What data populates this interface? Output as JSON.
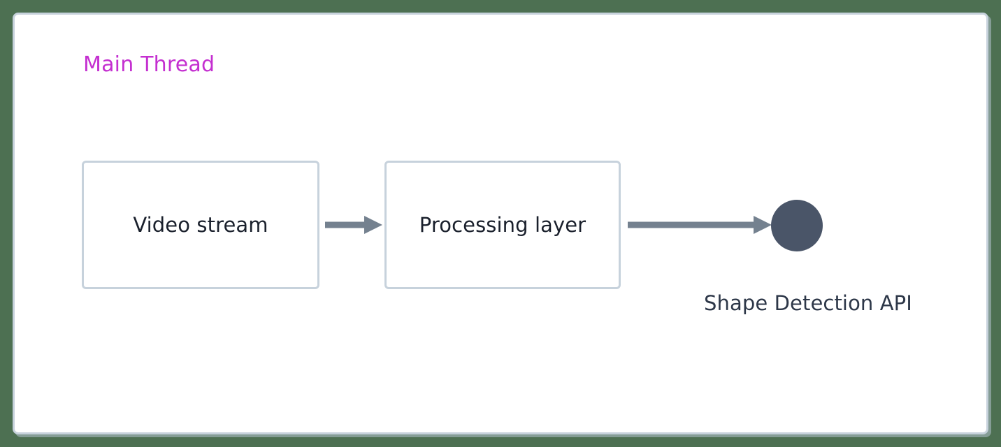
{
  "diagram": {
    "type": "flow-diagram",
    "background_color": "#4d7052",
    "frame_color": "#ffffff",
    "frame_border_color": "#c7d2dc",
    "group": {
      "title": "Main Thread",
      "title_color": "#c42fd0"
    },
    "nodes": [
      {
        "id": "video-stream",
        "label": "Video stream",
        "shape": "rounded-rect",
        "border_color": "#c7d2dc",
        "fill_color": "#ffffff",
        "text_color": "#1a202c"
      },
      {
        "id": "processing-layer",
        "label": "Processing layer",
        "shape": "rounded-rect",
        "border_color": "#c7d2dc",
        "fill_color": "#ffffff",
        "text_color": "#1a202c"
      },
      {
        "id": "shape-detection-api",
        "label": "Shape Detection API",
        "shape": "circle",
        "fill_color": "#4a5568",
        "text_color": "#2d3748"
      }
    ],
    "edges": [
      {
        "id": "video-to-processing",
        "from": "video-stream",
        "to": "processing-layer",
        "style": "solid-arrow",
        "color": "#74818f",
        "label": ""
      },
      {
        "id": "processing-to-api",
        "from": "processing-layer",
        "to": "shape-detection-api",
        "style": "solid-arrow",
        "color": "#74818f",
        "label": ""
      }
    ]
  }
}
